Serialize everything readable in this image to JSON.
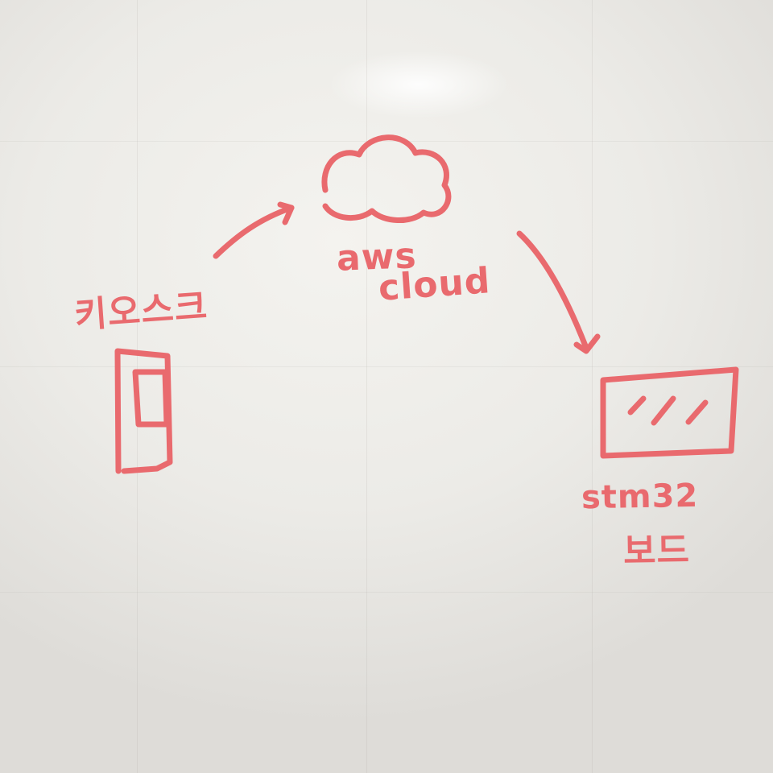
{
  "colors": {
    "marker": "#e96a6e",
    "board": "#ecebe7"
  },
  "labels": {
    "kiosk": "키오스크",
    "cloud_line1": "aws",
    "cloud_line2": "cloud",
    "board_line1": "stm32",
    "board_line2": "보드"
  },
  "icons": {
    "kiosk": "kiosk-icon",
    "cloud": "cloud-icon",
    "board": "board-icon"
  }
}
